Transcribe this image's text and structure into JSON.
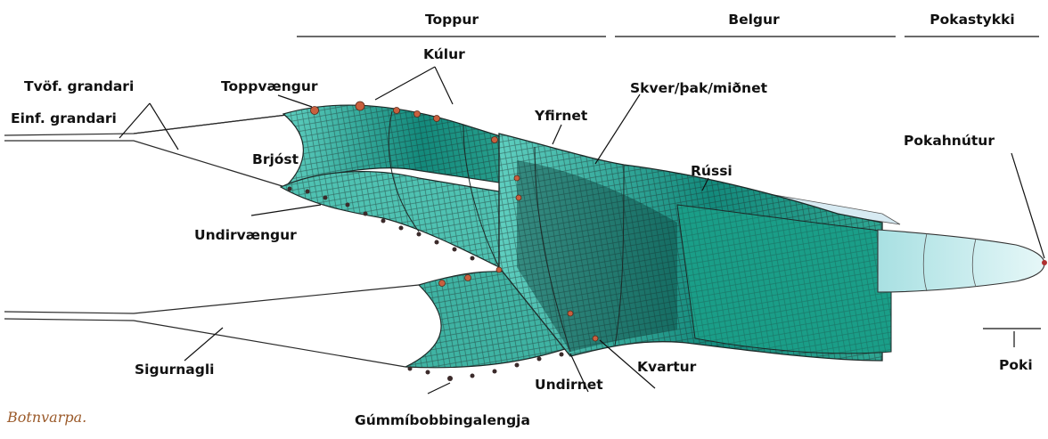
{
  "sections": {
    "toppur": "Toppur",
    "belgur": "Belgur",
    "pokastykki": "Pokastykki"
  },
  "labels": {
    "kulur": "Kúlur",
    "tvof_grandari": "Tvöf. grandari",
    "toppvaengur": "Toppvængur",
    "einf_grandari": "Einf. grandari",
    "skver": "Skver/þak/miðnet",
    "yfirnet": "Yfirnet",
    "pokahnutur": "Pokahnútur",
    "brjost": "Brjóst",
    "russi": "Rússi",
    "undirvaengur": "Undirvængur",
    "poki": "Poki",
    "sigurnagli": "Sigurnagli",
    "kvartur": "Kvartur",
    "undirnet": "Undirnet",
    "gummibobbingalengja": "Gúmmíbobbingalengja"
  },
  "caption": "Botnvarpa.",
  "colors": {
    "net_light": "#46bfb0",
    "net_dark": "#0f6f66",
    "mesh": "#1d2a28",
    "float": "#c8603f",
    "codend": "#cfeef0",
    "caption": "#9b5a2a"
  }
}
